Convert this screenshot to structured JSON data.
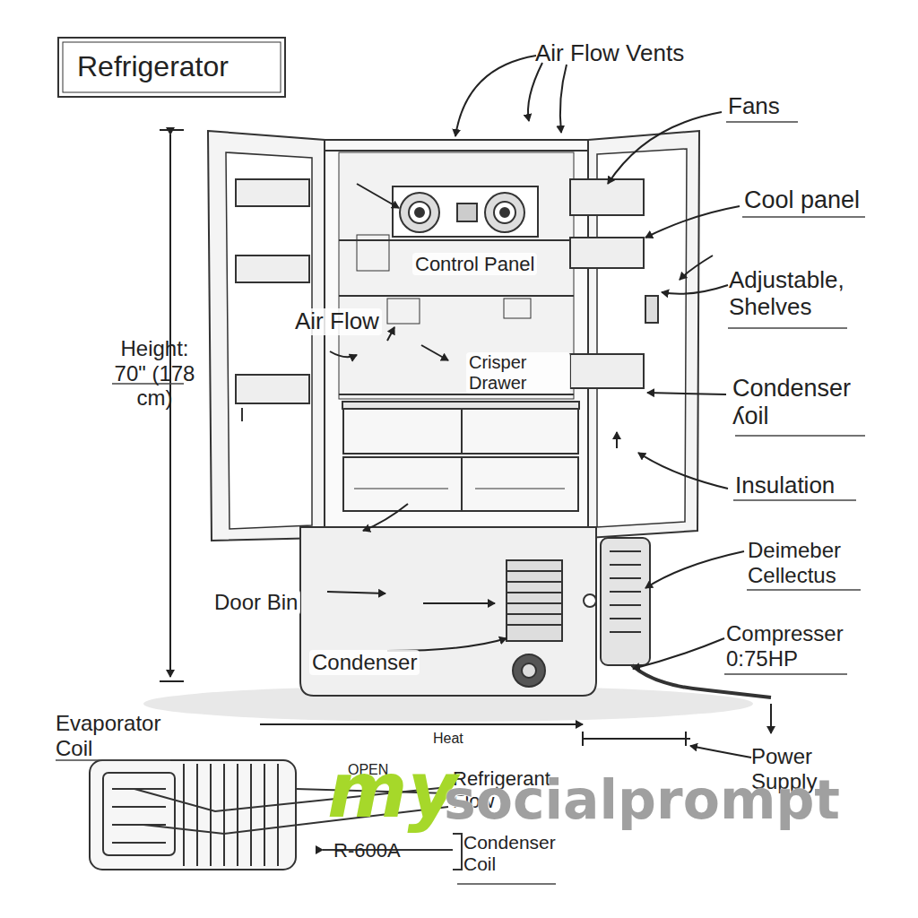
{
  "diagram": {
    "title": "Refrigerator",
    "labels": [
      "Air Flow Vents",
      "Fans",
      "Cool panel",
      "Adjustable, Shelves",
      "Condenser ʎoil",
      "Insulation",
      "Deimeber Cellectus",
      "Compresser 0:75HP",
      "Control Panel",
      "Air Flow",
      "Crisper Drawer",
      "Height: 70\" (178 cm)",
      "Door Bin",
      "Condenser",
      "Evaporator Coil",
      "Heat",
      "OPEN",
      "Refrigerant Flow",
      "R-600A",
      "Condenser Coil",
      "Power Supply",
      "my",
      "socialprompt"
    ]
  }
}
